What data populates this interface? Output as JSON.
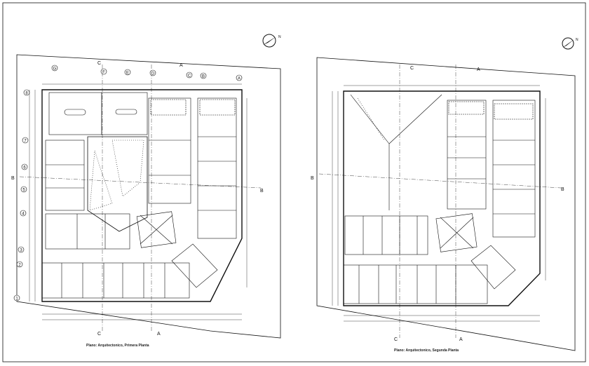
{
  "plans": [
    {
      "caption": "Plano: Arquitectonico, Primera Planta",
      "grid_columns": [
        "G",
        "F",
        "E",
        "D",
        "C",
        "B",
        "A"
      ],
      "grid_rows": [
        "8",
        "7",
        "6",
        "5",
        "4",
        "3",
        "2",
        "1"
      ],
      "section_marks": [
        "C",
        "A",
        "B",
        "C",
        "A",
        "B"
      ]
    },
    {
      "caption": "Plano: Arquitectonico, Segunda Planta",
      "section_marks": [
        "C",
        "A",
        "B",
        "C",
        "A",
        "B"
      ]
    }
  ],
  "north_symbol_label": "N",
  "colors": {
    "line": "#111111",
    "background": "#ffffff"
  }
}
